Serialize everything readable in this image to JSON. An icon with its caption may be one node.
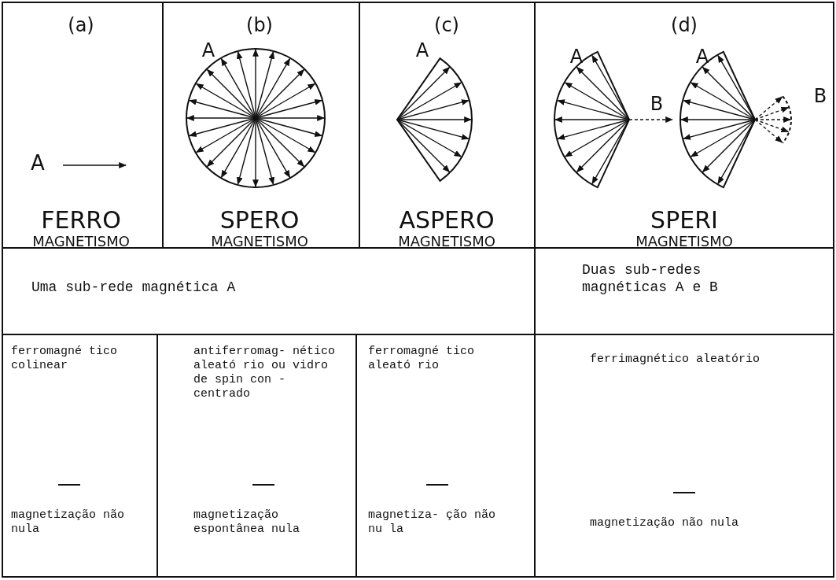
{
  "diagram": {
    "labels": [
      "(a)",
      "A",
      "FERRO",
      "MAGNETISMO",
      "(b)",
      "A",
      "SPERO",
      "MAGNETISMO",
      "(c)",
      "A",
      "ASPERO",
      "MAGNETISMO",
      "(d)",
      "A",
      "B",
      "A",
      "B",
      "SPERI",
      "MAGNETISMO",
      "Uma sub-rede magnética A",
      "Duas sub-redes magnéticas A e B",
      "ferromagné tico colinear",
      "magnetização não nula",
      "antiferromag- nético aleató rio ou vidro de spin con - centrado",
      "magnetização espontânea nula",
      "ferromagné tico aleató rio",
      "magnetiza- ção não nu la",
      "ferrimagnético aleatório",
      "magnetização não nula"
    ]
  }
}
